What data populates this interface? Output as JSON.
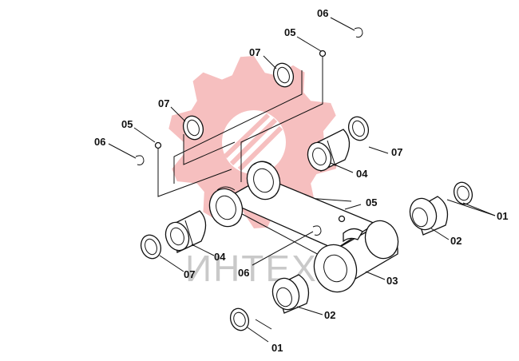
{
  "watermark": {
    "text": "ИНТЕХ",
    "gear_color": "#f5b4b4"
  },
  "labels": {
    "p01": "01",
    "p02": "02",
    "p03": "03",
    "p04": "04",
    "p05": "05",
    "p06": "06",
    "p07": "07"
  }
}
